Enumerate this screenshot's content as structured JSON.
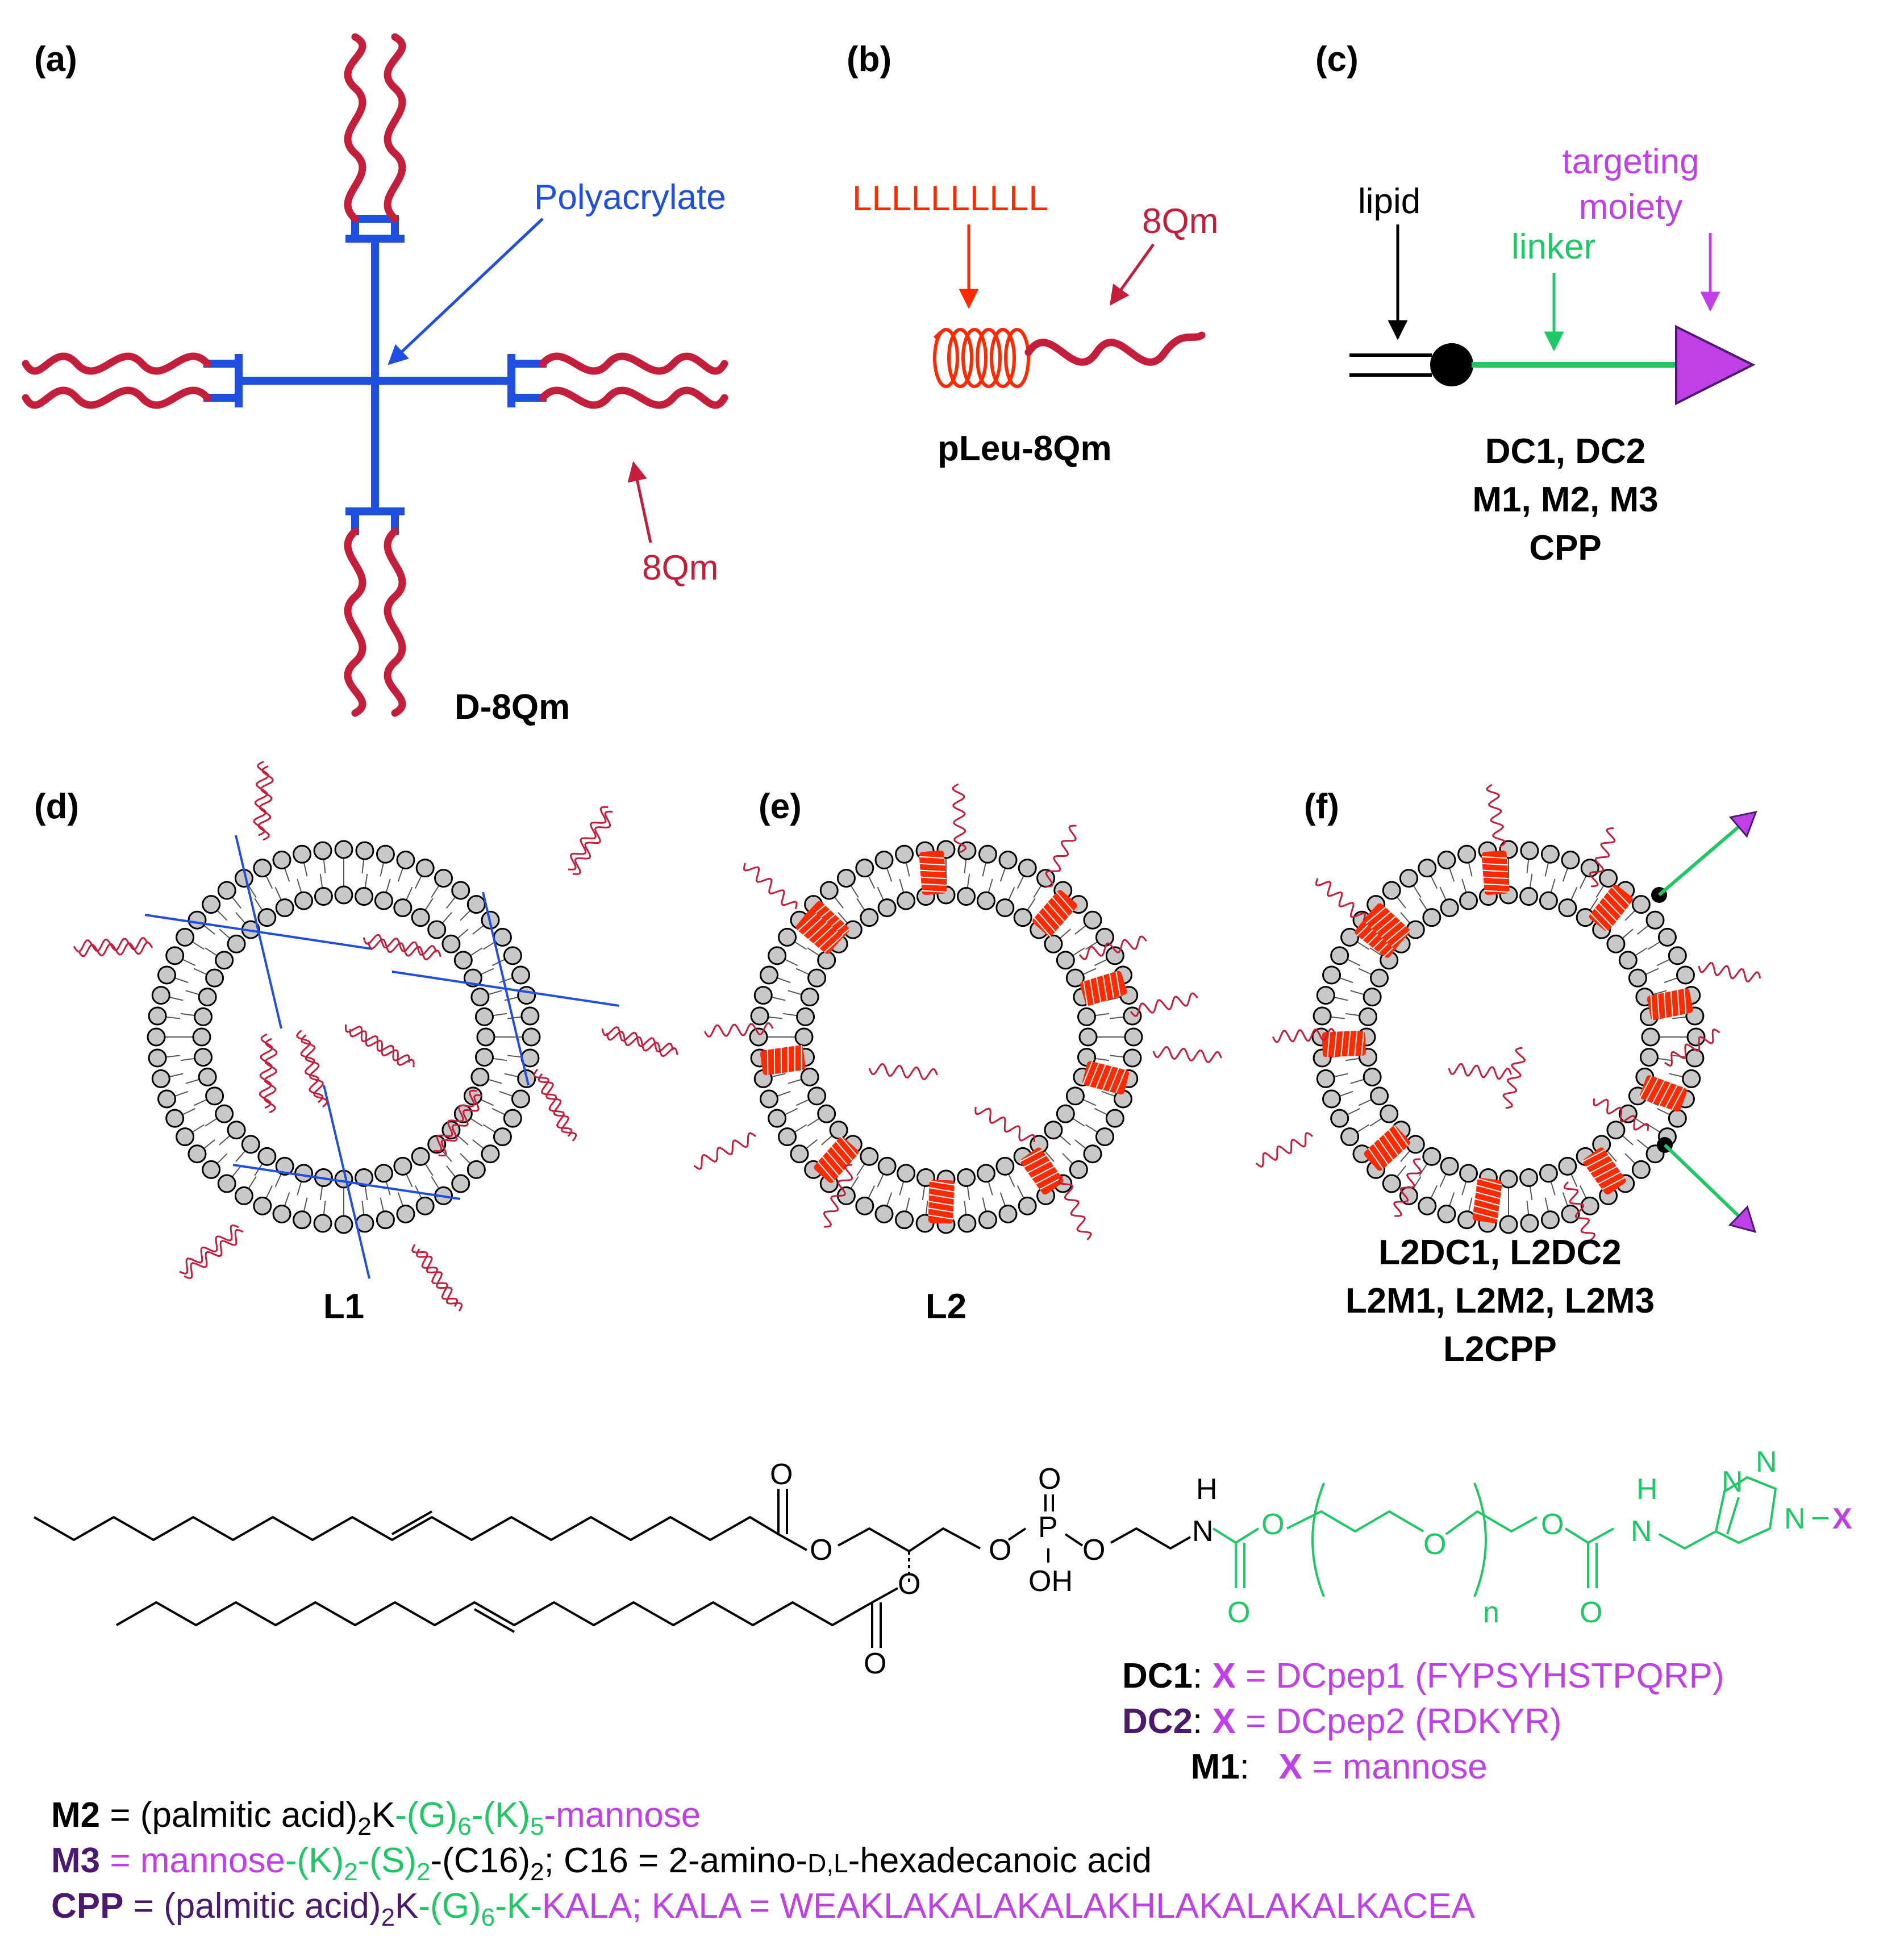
{
  "panels": {
    "a": {
      "letter": "(a)",
      "polyacrylate_label": "Polyacrylate",
      "peptide_label": "8Qm",
      "name": "D-8Qm"
    },
    "b": {
      "letter": "(b)",
      "helix_label": "LLLLLLLLLL",
      "peptide_label": "8Qm",
      "name": "pLeu-8Qm"
    },
    "c": {
      "letter": "(c)",
      "lipid_label": "lipid",
      "linker_label": "linker",
      "targeting_label_line1": "targeting",
      "targeting_label_line2": "moiety",
      "names": [
        "DC1, DC2",
        "M1, M2, M3",
        "CPP"
      ]
    },
    "d": {
      "letter": "(d)",
      "name": "L1"
    },
    "e": {
      "letter": "(e)",
      "name": "L2"
    },
    "f": {
      "letter": "(f)",
      "names": [
        "L2DC1, L2DC2",
        "L2M1, L2M2, L2M3",
        "L2CPP"
      ]
    }
  },
  "structure": {
    "atoms": {
      "O": "O",
      "P": "P",
      "OH": "OH",
      "H": "H",
      "N": "N",
      "X": "X",
      "n": "n"
    }
  },
  "definitions": {
    "dc1": {
      "name": "DC1",
      "sep": ": ",
      "x": "X",
      "rest": " = DCpep1 (FYPSYHSTPQRP)"
    },
    "dc2": {
      "name": "DC2",
      "sep": ": ",
      "x": "X",
      "rest": " = DCpep2 (RDKYR)"
    },
    "m1": {
      "name": "M1",
      "sep": ":   ",
      "x": "X",
      "rest": " = mannose"
    },
    "m2": {
      "name": "M2",
      "eq": " = (palmitic acid)",
      "sub1": "2",
      "k": "K",
      "g": "-(G)",
      "sub2": "6",
      "k5": "-(K)",
      "sub3": "5",
      "end": "-mannose"
    },
    "m3": {
      "name": "M3",
      "eq": " = ",
      "man": "mannose",
      "k": "-(K)",
      "sub1": "2",
      "s": "-(S)",
      "sub2": "2",
      "c16": "-(C16)",
      "sub3": "2",
      "tail": "; C16 = 2-amino-",
      "dl": "D,L",
      "tail2": "-hexadecanoic acid"
    },
    "cpp": {
      "name": "CPP",
      "eq": " = (palmitic acid)",
      "sub1": "2",
      "k": "K",
      "g": "-(G)",
      "sub2": "6",
      "k2": "-K-",
      "kala": "KALA; KALA = WEAKLAKALAKALAKHLAKALAKALKACEA"
    }
  },
  "colors": {
    "peptide": "#c41e3a",
    "polyacrylate": "#1f4fe0",
    "helix": "#ff2a00",
    "linker": "#1ec864",
    "targeting": "#c040e8",
    "dark_purple": "#4b1a6e",
    "bead": "#c8c8c8"
  }
}
